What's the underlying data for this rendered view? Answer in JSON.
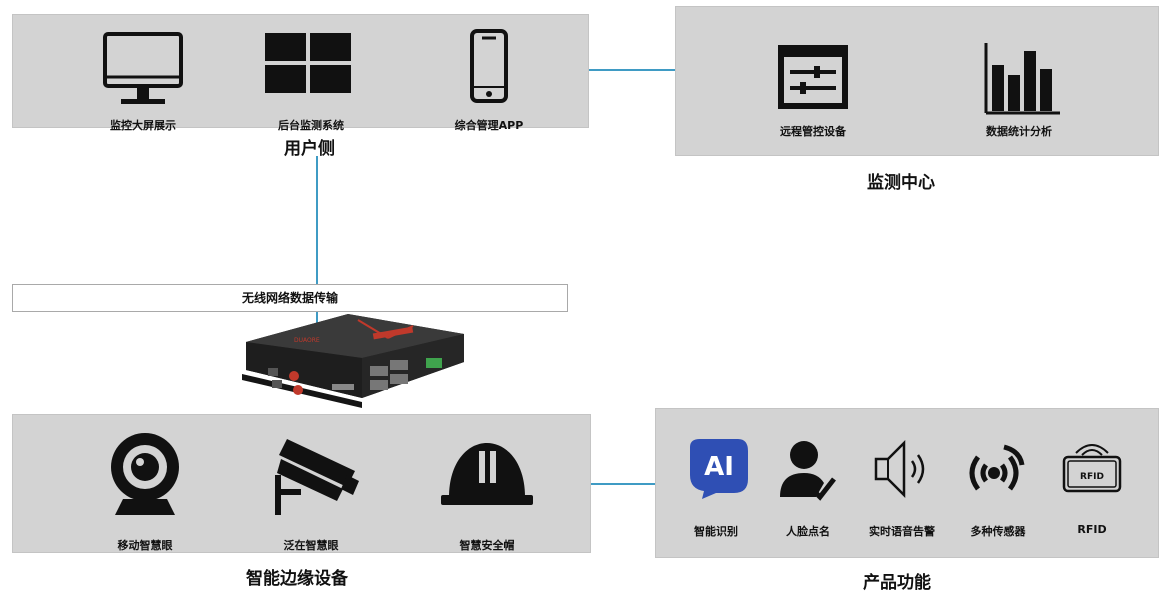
{
  "user_side": {
    "title": "用户侧",
    "items": [
      {
        "icon": "monitor-icon",
        "label": "监控大屏展示"
      },
      {
        "icon": "grid-windows-icon",
        "label": "后台监测系统"
      },
      {
        "icon": "smartphone-icon",
        "label": "综合管理APP"
      }
    ]
  },
  "monitor_center": {
    "title": "监测中心",
    "items": [
      {
        "icon": "control-panel-icon",
        "label": "远程管控设备"
      },
      {
        "icon": "bar-chart-icon",
        "label": "数据统计分析"
      }
    ]
  },
  "transport": {
    "label": "无线网络数据传输"
  },
  "edge_devices": {
    "title": "智能边缘设备",
    "items": [
      {
        "icon": "webcam-icon",
        "label": "移动智慧眼"
      },
      {
        "icon": "cctv-camera-icon",
        "label": "泛在智慧眼"
      },
      {
        "icon": "hard-hat-icon",
        "label": "智慧安全帽"
      }
    ]
  },
  "product_functions": {
    "title": "产品功能",
    "items": [
      {
        "icon": "ai-badge-icon",
        "label": "智能识别",
        "badge_text": "AI"
      },
      {
        "icon": "face-check-icon",
        "label": "人脸点名"
      },
      {
        "icon": "speaker-icon",
        "label": "实时语音告警"
      },
      {
        "icon": "sensor-signal-icon",
        "label": "多种传感器"
      },
      {
        "icon": "rfid-icon",
        "label": "RFID",
        "badge_text": "RFID"
      }
    ]
  },
  "colors": {
    "panel": "#d3d3d3",
    "connector": "#3f9bc4",
    "ai_badge": "#2f4fb4",
    "device_accent": "#c0392b"
  }
}
